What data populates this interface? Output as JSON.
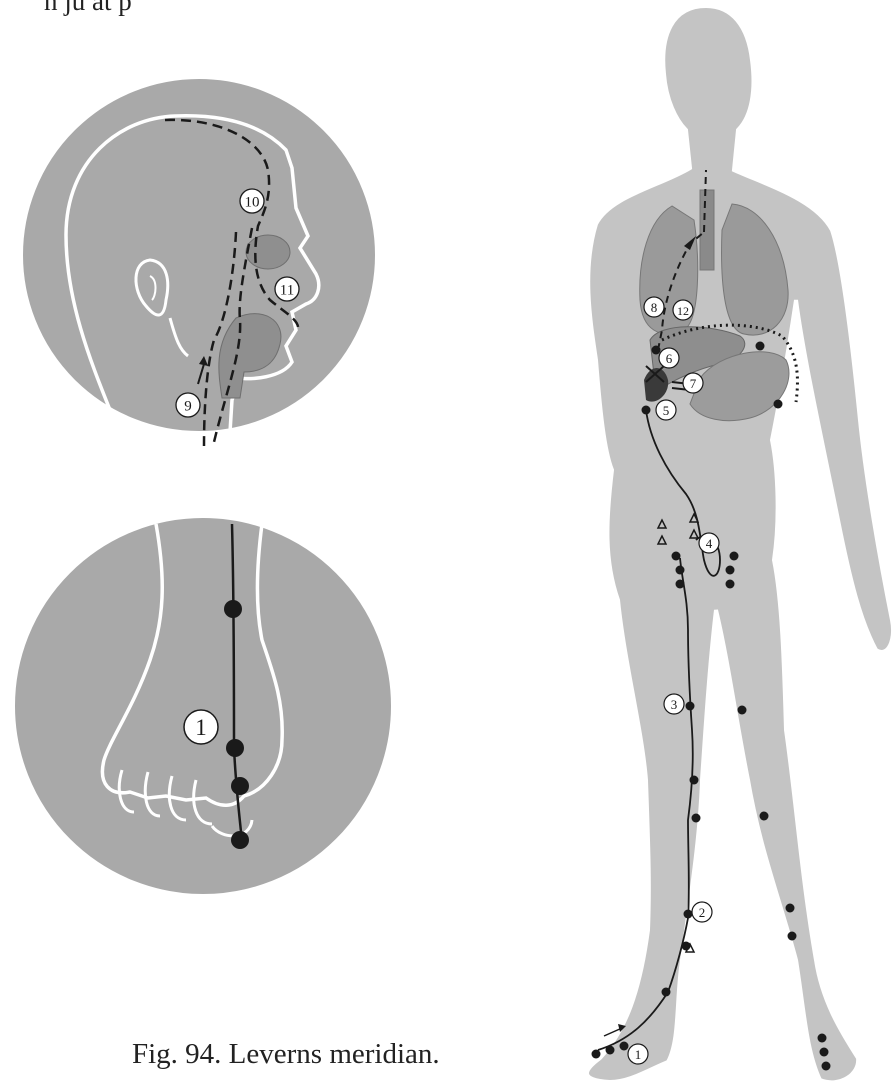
{
  "top_text": "n ju     at   p",
  "caption": "Fig. 94. Leverns meridian.",
  "colors": {
    "body_fill": "#c4c4c4",
    "outline": "#ffffff",
    "circle_fill": "#a9a9a9",
    "organ_fill": "#8e8e8e",
    "line": "#1a1a1a"
  },
  "head_inset": {
    "labels": [
      "10",
      "11",
      "9"
    ]
  },
  "foot_inset": {
    "labels": [
      "1"
    ]
  },
  "body_figure": {
    "labels": [
      "8",
      "12",
      "6",
      "7",
      "5",
      "4",
      "3",
      "2",
      "1"
    ]
  }
}
